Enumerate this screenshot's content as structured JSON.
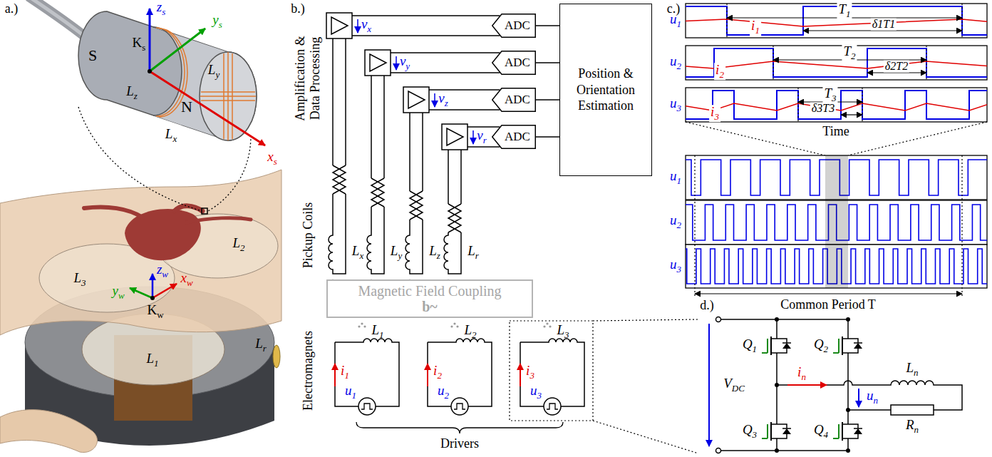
{
  "diagram": {
    "nodes": [
      {
        "text": [
          "ADC"
        ]
      },
      {
        "text": [
          "ADC"
        ]
      },
      {
        "text": [
          "ADC"
        ]
      },
      {
        "text": [
          "ADC"
        ]
      },
      {
        "text": [
          "Position & Orientation Estimation"
        ]
      },
      {
        "text": [
          "Magnetic Field Coupling",
          "b~"
        ]
      }
    ],
    "edges": [
      {
        "from": 0,
        "to": 4,
        "arrow": "none"
      },
      {
        "from": 1,
        "to": 4,
        "arrow": "none"
      },
      {
        "from": 2,
        "to": 4,
        "arrow": "none"
      },
      {
        "from": 3,
        "to": 4,
        "arrow": "none"
      }
    ],
    "labels": [
      "a.)",
      "zs",
      "ys",
      "Ks",
      "xs",
      "S",
      "N",
      "Lz",
      "Ly",
      "Lx",
      "L3",
      "L2",
      "L1",
      "Lr",
      "zw",
      "xw",
      "yw",
      "Kw",
      "b.)",
      "Amplification & Data Processing",
      "vx",
      "vy",
      "vz",
      "vr",
      "Pickup Coils",
      "Lx",
      "Ly",
      "Lz",
      "Lr",
      "Electromagnets",
      "L1",
      "L2",
      "L3",
      "i1",
      "i2",
      "i3",
      "u1",
      "u2",
      "u3",
      "Drivers",
      "c.)",
      "u1",
      "i1",
      "T1",
      "δ1T1",
      "u2",
      "i2",
      "T2",
      "δ2T2",
      "u3",
      "i3",
      "T3",
      "δ3T3",
      "Time",
      "u1",
      "u2",
      "u3",
      "Common Period T",
      "d.)",
      "VDC",
      "Q1",
      "Q2",
      "Q3",
      "Q4",
      "in",
      "un",
      "Ln",
      "Rn"
    ]
  }
}
